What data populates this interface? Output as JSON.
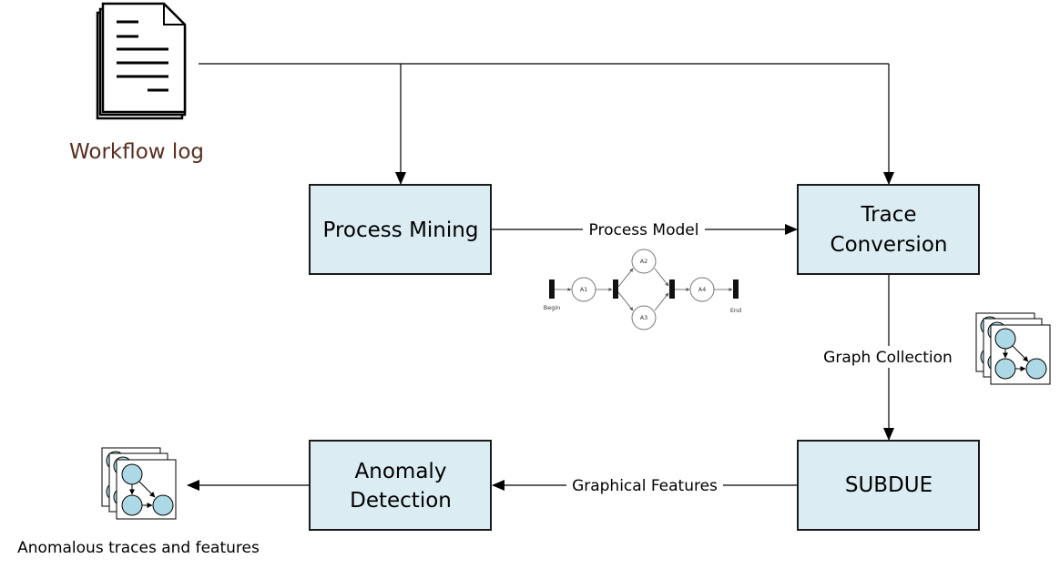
{
  "colors": {
    "box_fill": "#dbecf3",
    "box_stroke": "#1a1a1a",
    "node_fill": "#add8e6",
    "line": "#000000",
    "log_caption": "#5a2d1e"
  },
  "workflow_log": {
    "icon": "document-stack-icon",
    "label": "Workflow log"
  },
  "boxes": {
    "process_mining": [
      "Process Mining"
    ],
    "trace_conversion": [
      "Trace",
      "Conversion"
    ],
    "subdue": [
      "SUBDUE"
    ],
    "anomaly_detection": [
      "Anomaly",
      "Detection"
    ]
  },
  "edges": {
    "process_model": "Process Model",
    "graph_collection": "Graph Collection",
    "graphical_features": "Graphical Features"
  },
  "petri_net": {
    "begin": "Begin",
    "end": "End",
    "activities": [
      "A1",
      "A2",
      "A3",
      "A4"
    ]
  },
  "output": {
    "icon": "graph-stack-icon",
    "label": "Anomalous traces and features"
  }
}
